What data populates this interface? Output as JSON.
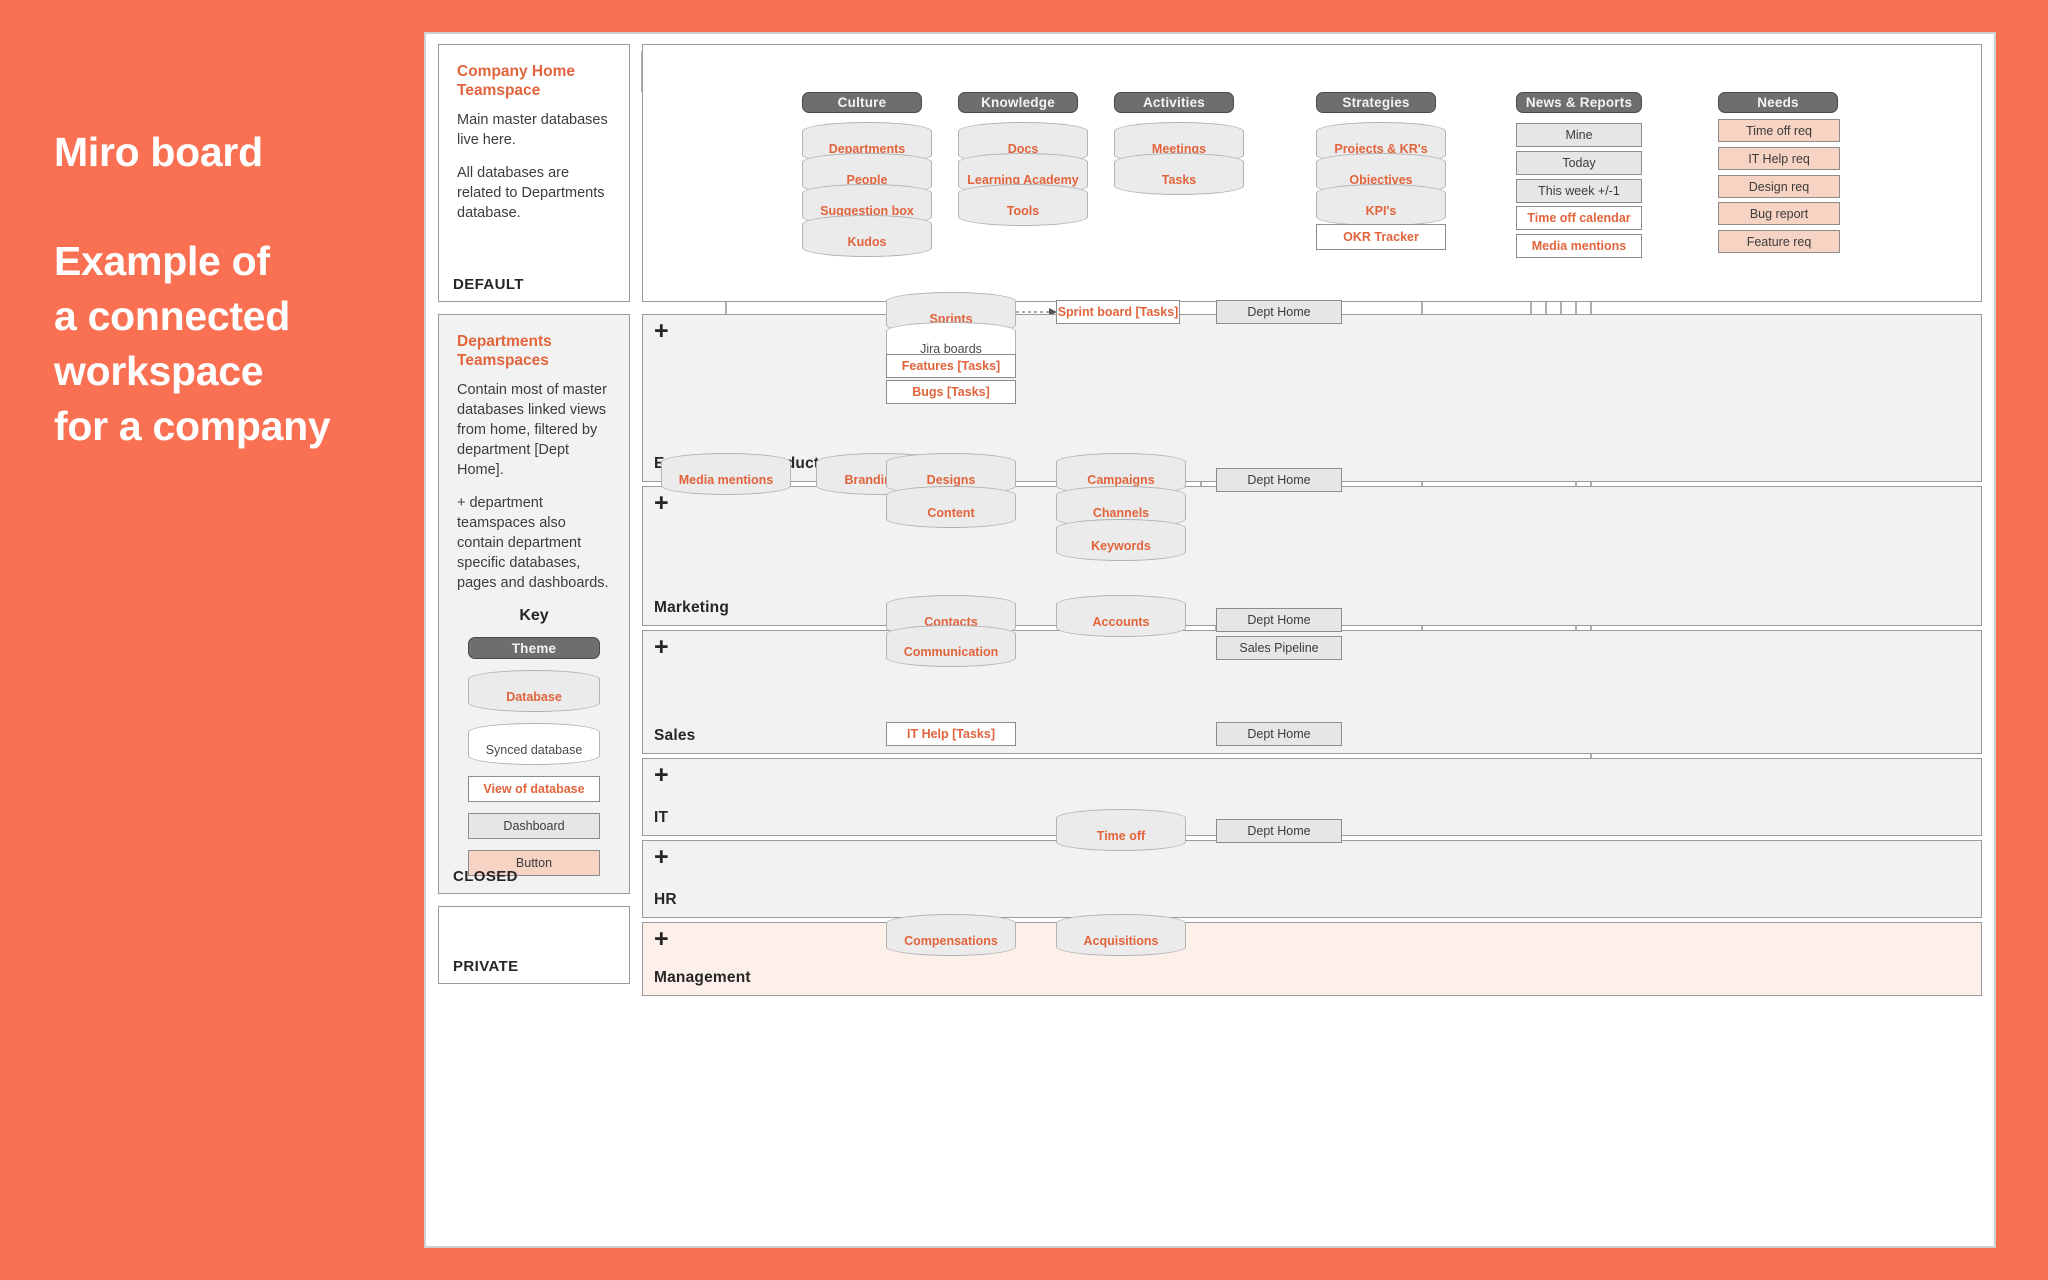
{
  "caption": {
    "title": "Miro board",
    "subtitle": "Example of\na connected\nworkspace\nfor a company"
  },
  "colors": {
    "background": "#fa7052",
    "accent_orange": "#e2643c",
    "theme_gray": "#6e6e6e",
    "button_pink": "#f6d3c2",
    "panel_gray": "#f2f2f2",
    "private_pink": "#fdefe9"
  },
  "sidebar": {
    "cards": [
      {
        "title": "Company Home\nTeamspace",
        "paragraphs": [
          "Main master databases live here.",
          "All databases are related to Departments database."
        ],
        "tag": "DEFAULT"
      },
      {
        "title": "Departments\nTeamspaces",
        "paragraphs": [
          "Contain most of master databases linked views from home, filtered by department [Dept Home].",
          "+ department teamspaces also contain department specific databases, pages and dashboards."
        ],
        "tag": "CLOSED"
      },
      {
        "title": "",
        "paragraphs": [],
        "tag": "PRIVATE"
      }
    ],
    "key": {
      "title": "Key",
      "items": [
        {
          "label": "Theme",
          "type": "theme"
        },
        {
          "label": "Database",
          "type": "database"
        },
        {
          "label": "Synced database",
          "type": "synced-database"
        },
        {
          "label": "View of database",
          "type": "view-of-database"
        },
        {
          "label": "Dashboard",
          "type": "dashboard"
        },
        {
          "label": "Button",
          "type": "button"
        }
      ]
    }
  },
  "home": {
    "themes": [
      {
        "label": "Culture"
      },
      {
        "label": "Knowledge"
      },
      {
        "label": "Activities"
      },
      {
        "label": "Strategies"
      },
      {
        "label": "News & Reports"
      },
      {
        "label": "Needs"
      }
    ],
    "culture": [
      "Departments",
      "People",
      "Suggestion box",
      "Kudos"
    ],
    "knowledge": [
      "Docs",
      "Learning Academy",
      "Tools"
    ],
    "activities": [
      "Meetings",
      "Tasks"
    ],
    "strategies_db": [
      "Projects & KR's",
      "Objectives",
      "KPI's"
    ],
    "strategies_view": [
      "OKR Tracker"
    ],
    "news_dashboards": [
      "Mine",
      "Today",
      "This week +/-1"
    ],
    "news_views": [
      "Time off calendar",
      "Media mentions"
    ],
    "needs_buttons": [
      "Time off req",
      "IT Help req",
      "Design req",
      "Bug report",
      "Feature req"
    ]
  },
  "departments": [
    {
      "name": "Engineering | Product",
      "plus": "+",
      "databases": [
        "Sprints"
      ],
      "synced": [
        "Jira boards"
      ],
      "views": [
        "Features [Tasks]",
        "Bugs [Tasks]",
        "Sprint board [Tasks]"
      ],
      "dashboards": [
        "Dept Home"
      ]
    },
    {
      "name": "Marketing",
      "plus": "+",
      "databases": [
        "Media mentions",
        "Branding kit",
        "Designs",
        "Content",
        "Campaigns",
        "Channels",
        "Keywords"
      ],
      "synced": [],
      "views": [],
      "dashboards": [
        "Dept Home"
      ]
    },
    {
      "name": "Sales",
      "plus": "+",
      "databases": [
        "Contacts",
        "Communication",
        "Accounts"
      ],
      "synced": [],
      "views": [],
      "dashboards": [
        "Dept Home",
        "Sales Pipeline"
      ]
    },
    {
      "name": "IT",
      "plus": "+",
      "databases": [],
      "synced": [],
      "views": [
        "IT Help [Tasks]"
      ],
      "dashboards": [
        "Dept Home"
      ]
    },
    {
      "name": "HR",
      "plus": "+",
      "databases": [
        "Time off"
      ],
      "synced": [],
      "views": [],
      "dashboards": [
        "Dept Home"
      ]
    },
    {
      "name": "Management",
      "plus": "+",
      "databases": [
        "Compensations",
        "Acquisitions"
      ],
      "synced": [],
      "views": [],
      "dashboards": []
    }
  ]
}
